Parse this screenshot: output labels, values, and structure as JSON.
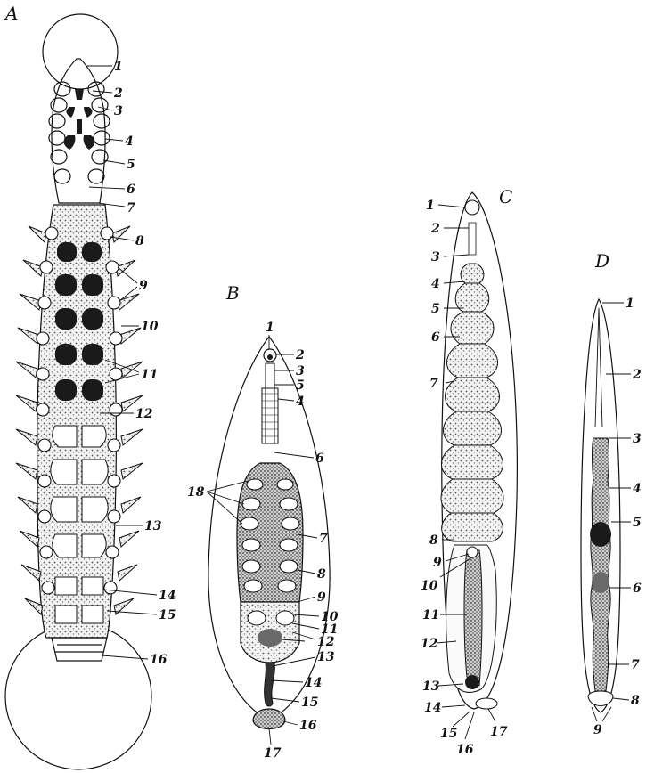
{
  "panels": [
    {
      "id": "A",
      "label": "A",
      "callouts": [
        "1",
        "2",
        "3",
        "4",
        "5",
        "6",
        "7",
        "8",
        "9",
        "10",
        "11",
        "12",
        "13",
        "14",
        "15",
        "16"
      ]
    },
    {
      "id": "B",
      "label": "B",
      "callouts": [
        "1",
        "2",
        "3",
        "5",
        "4",
        "6",
        "18",
        "7",
        "8",
        "9",
        "10",
        "11",
        "12",
        "13",
        "14",
        "15",
        "16",
        "17"
      ]
    },
    {
      "id": "C",
      "label": "C",
      "callouts": [
        "1",
        "2",
        "3",
        "4",
        "5",
        "6",
        "7",
        "8",
        "9",
        "10",
        "11",
        "12",
        "13",
        "14",
        "15",
        "16",
        "17"
      ]
    },
    {
      "id": "D",
      "label": "D",
      "callouts": [
        "1",
        "2",
        "3",
        "4",
        "5",
        "6",
        "7",
        "8",
        "9"
      ]
    }
  ],
  "colors": {
    "ink": "#111111",
    "stipple": "#555555",
    "background": "#ffffff"
  }
}
